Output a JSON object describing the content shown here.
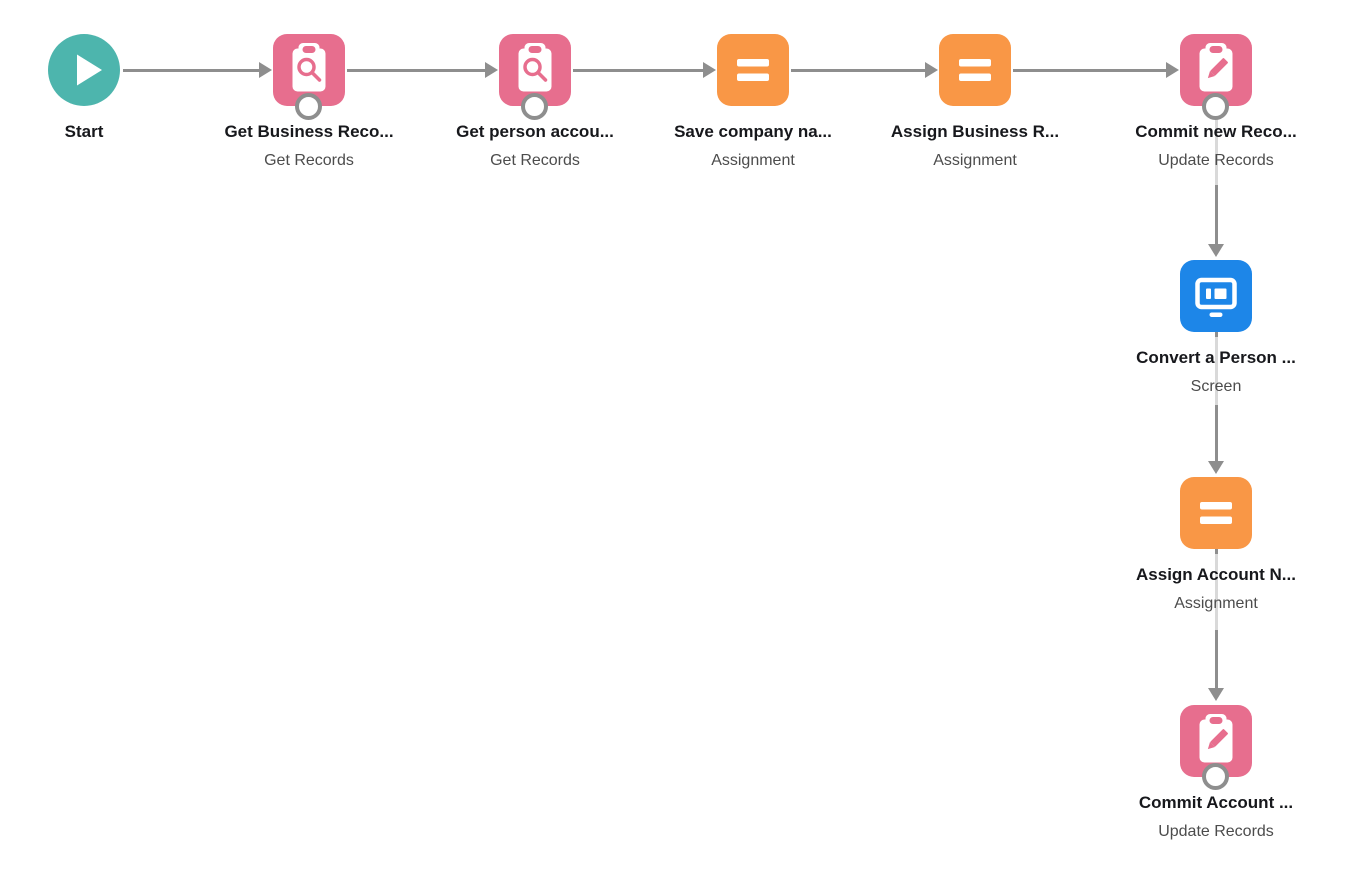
{
  "app": {
    "name": "Flow Builder canvas"
  },
  "colors": {
    "start_teal": "#4db5ad",
    "data_pink": "#e76e8e",
    "logic_orange": "#f99746",
    "screen_blue": "#1d86e8",
    "connector_gray": "#8e8e8e",
    "connector_light": "#d9d9d9",
    "label_dark": "#17181c",
    "sublabel_gray": "#4c4c4c"
  },
  "nodes": [
    {
      "label": "Start",
      "type_label": "",
      "element_type": "start"
    },
    {
      "label": "Get Business Reco...",
      "type_label": "Get Records",
      "element_type": "get-records"
    },
    {
      "label": "Get person accou...",
      "type_label": "Get Records",
      "element_type": "get-records"
    },
    {
      "label": "Save company na...",
      "type_label": "Assignment",
      "element_type": "assignment"
    },
    {
      "label": "Assign Business R...",
      "type_label": "Assignment",
      "element_type": "assignment"
    },
    {
      "label": "Commit new Reco...",
      "type_label": "Update Records",
      "element_type": "update-records"
    },
    {
      "label": "Convert a Person ...",
      "type_label": "Screen",
      "element_type": "screen"
    },
    {
      "label": "Assign Account N...",
      "type_label": "Assignment",
      "element_type": "assignment"
    },
    {
      "label": "Commit Account ...",
      "type_label": "Update Records",
      "element_type": "update-records"
    }
  ]
}
